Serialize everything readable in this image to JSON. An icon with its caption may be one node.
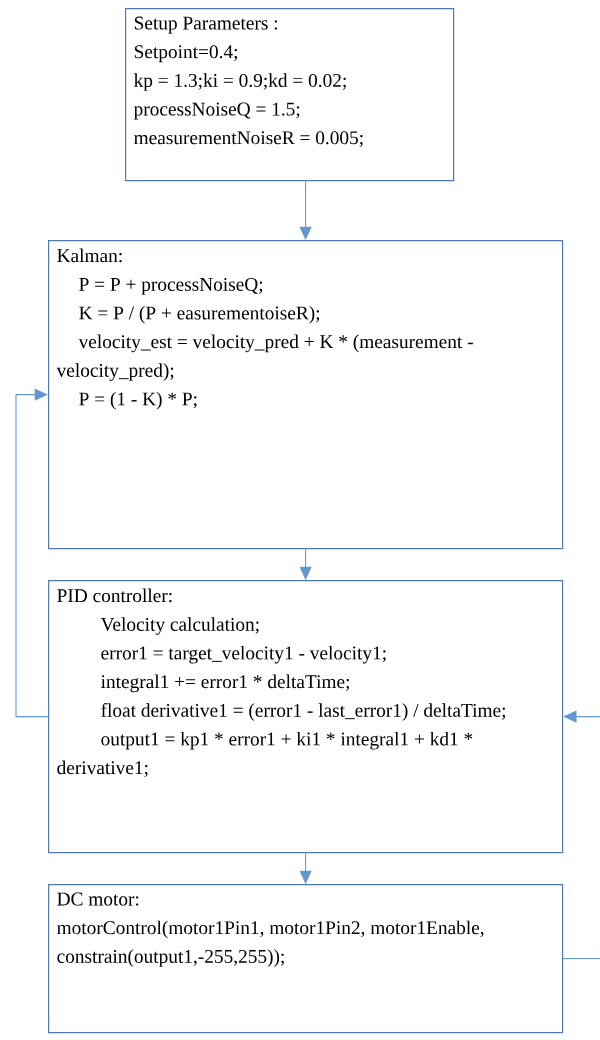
{
  "diagram": {
    "nodes": [
      {
        "text": [
          "Setup Parameters :",
          "Setpoint=0.4;",
          "kp = 1.3;ki = 0.9;kd = 0.02;",
          "processNoiseQ = 1.5;",
          "measurementNoiseR = 0.005;"
        ]
      },
      {
        "text": [
          "Kalman:",
          "P = P + processNoiseQ;",
          "K = P / (P + easurementoiseR);",
          "velocity_est = velocity_pred + K * (measurement - velocity_pred);",
          "P = (1 - K) * P;"
        ]
      },
      {
        "text": [
          "PID controller:",
          "Velocity calculation;",
          "error1 = target_velocity1 - velocity1;",
          "integral1 += error1 * deltaTime;",
          "float derivative1 = (error1 - last_error1) / deltaTime;",
          "output1 = kp1 * error1 + ki1 * integral1 + kd1 * derivative1;"
        ]
      },
      {
        "text": [
          "DC motor:",
          "motorControl(motor1Pin1, motor1Pin2, motor1Enable, constrain(output1,-255,255));"
        ]
      }
    ],
    "edges": [
      {
        "from": 0,
        "to": 1,
        "arrow": "to"
      },
      {
        "from": 1,
        "to": 2,
        "arrow": "to"
      },
      {
        "from": 2,
        "to": 3,
        "arrow": "to"
      },
      {
        "from": 2,
        "to": 1,
        "arrow": "to"
      },
      {
        "from": 3,
        "to": 2,
        "arrow": "to"
      }
    ]
  }
}
